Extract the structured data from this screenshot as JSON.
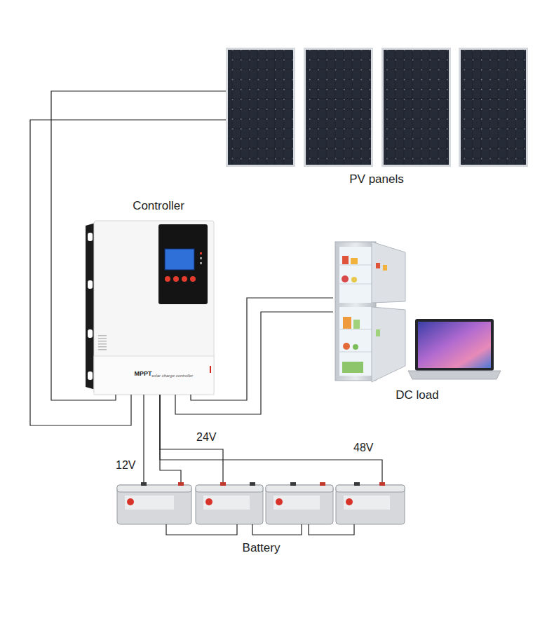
{
  "diagram": {
    "nodes": [
      {
        "text": [
          "PV panels"
        ]
      },
      {
        "text": [
          "Controller",
          "MPPT",
          "solar charge controller"
        ]
      },
      {
        "text": [
          "DC load"
        ]
      },
      {
        "text": [
          "Battery"
        ]
      }
    ],
    "edges": [
      {
        "from": 0,
        "to": 1,
        "arrow": "none"
      },
      {
        "from": 0,
        "to": 1,
        "arrow": "none"
      },
      {
        "from": 1,
        "to": 2,
        "arrow": "none"
      },
      {
        "from": 1,
        "to": 2,
        "arrow": "none"
      },
      {
        "from": 1,
        "to": 3,
        "arrow": "none"
      },
      {
        "from": 1,
        "to": 3,
        "label": "12V",
        "arrow": "none"
      },
      {
        "from": 1,
        "to": 3,
        "label": "24V",
        "arrow": "none"
      },
      {
        "from": 1,
        "to": 3,
        "label": "48V",
        "arrow": "none"
      }
    ]
  }
}
